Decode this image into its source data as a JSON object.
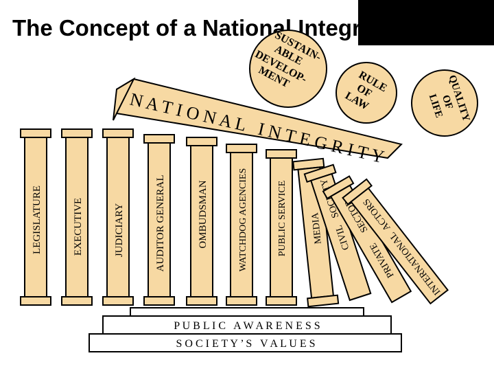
{
  "title": "The Concept of a National Integrity System",
  "roof_label": "N A T I O N A L   I N T E G R I T Y",
  "pillars": [
    "LEGISLATURE",
    "EXECUTIVE",
    "JUDICIARY",
    "AUDITOR GENERAL",
    "OMBUDSMAN",
    "WATCHDOG AGENCIES",
    "PUBLIC SERVICE",
    "MEDIA",
    "CIVIL",
    "SOCIETY",
    "PRIVATE",
    "SECTOR",
    "INTERNATIONAL",
    "ACTORS"
  ],
  "balls": {
    "sustainable_development": [
      "SUSTAIN-",
      "ABLE",
      "DEVELOP-",
      "MENT"
    ],
    "rule_of_law": [
      "RULE",
      "OF",
      "LAW"
    ],
    "quality_of_life": [
      "QUALITY",
      "OF",
      "LIFE"
    ]
  },
  "foundation": {
    "public_awareness": "P U B L I C   A W A R E N E S S",
    "society_values": "S O C I E T Y ’ S   V A L U E S"
  },
  "colors": {
    "column_fill": "#f7d9a3",
    "base_fill": "#ffffff",
    "ink": "#000000"
  }
}
